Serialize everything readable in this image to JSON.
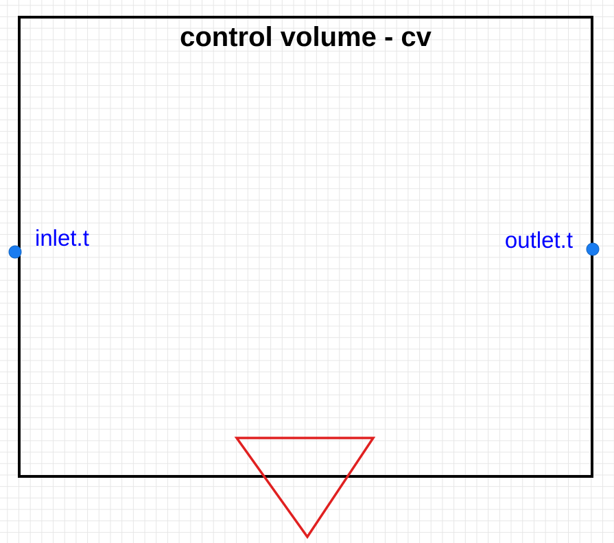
{
  "title": "control volume - cv",
  "ports": {
    "inlet": {
      "label": "inlet.t"
    },
    "outlet": {
      "label": "outlet.t"
    }
  },
  "colors": {
    "border": "#000000",
    "title": "#000000",
    "port_label": "#0000ff",
    "port_connector": "#1a7cf0",
    "heat_port": "#e02020",
    "grid": "#e6e6e6"
  },
  "icons": {
    "inlet_connector": "blue-circle",
    "outlet_connector": "blue-circle",
    "heat_port": "red-down-triangle"
  }
}
